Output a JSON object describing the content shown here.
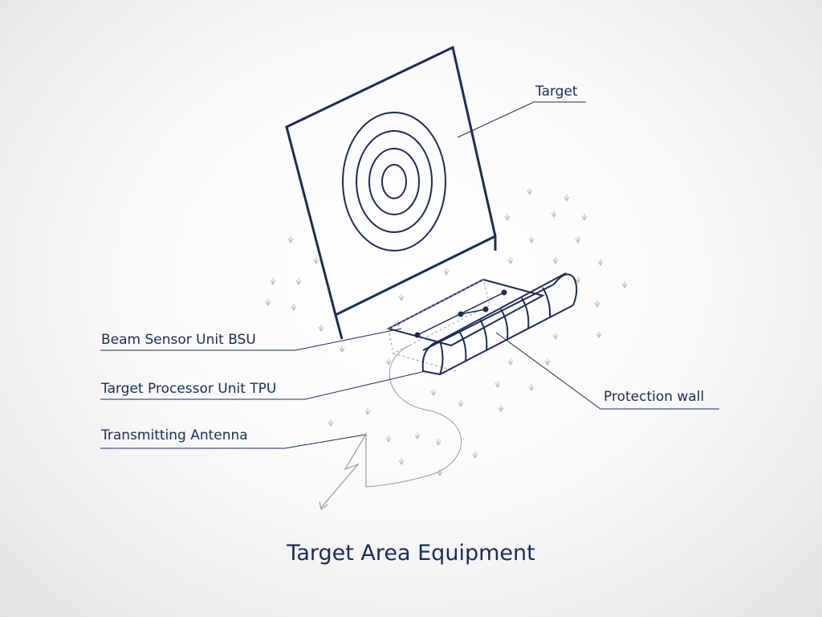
{
  "title": "Target Area Equipment",
  "labels": {
    "target": "Target",
    "bsu": "Beam Sensor Unit BSU",
    "tpu": "Target Processor Unit TPU",
    "antenna": "Transmitting Antenna",
    "wall": "Protection wall"
  },
  "colors": {
    "ink": "#1a2c57",
    "grass": "#b3b3b3",
    "background": "#f7f7f7"
  }
}
